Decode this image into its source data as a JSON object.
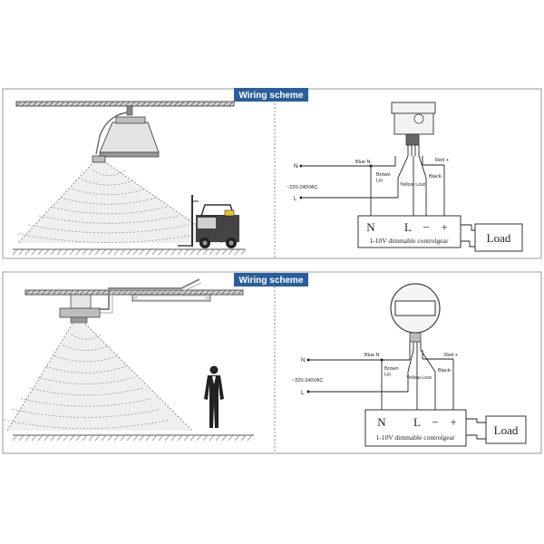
{
  "panels": [
    {
      "badge": "Wiring scheme",
      "labels": {
        "n": "N",
        "l": "L",
        "voltage": "~220-240VAC",
        "blue": "Blue N",
        "brown": "Brown\nLin",
        "red": "Red +",
        "black": "Black-",
        "yellow": "Yellow Lout",
        "term_n": "N",
        "term_l": "L",
        "term_minus": "−",
        "term_plus": "+",
        "controlgear": "1-10V dimmable controlgear",
        "load": "Load"
      }
    },
    {
      "badge": "Wiring scheme",
      "labels": {
        "n": "N",
        "l": "L",
        "voltage": "~220-240VAC",
        "blue": "Blue N",
        "brown": "Brown\nLin",
        "red": "Red +",
        "black": "Black-",
        "yellow": "Yellow Lout",
        "term_n": "N",
        "term_l": "L",
        "term_minus": "−",
        "term_plus": "+",
        "controlgear": "1-10V dimmable controlgear",
        "load": "Load"
      }
    }
  ],
  "colors": {
    "badge": "#2a5e9c",
    "ceiling": "#cfcfcf"
  },
  "icons": [
    "high-bay-lamp-icon",
    "forklift-icon",
    "ceiling-sensor-icon",
    "tube-light-icon",
    "person-icon",
    "sensor-box-icon",
    "round-sensor-icon"
  ]
}
